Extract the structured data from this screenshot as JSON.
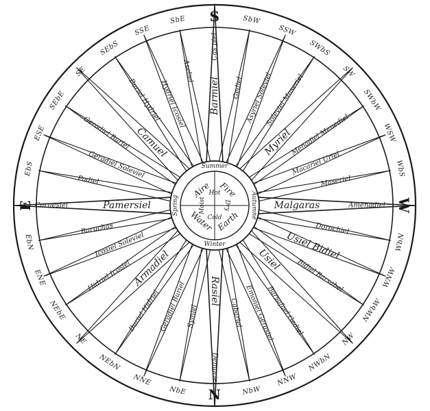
{
  "compass": {
    "points": {
      "N": "N",
      "NbE": "NbE",
      "NNE": "NNE",
      "NEbN": "NEbN",
      "NE": "NE",
      "NEbE": "NEbE",
      "ENE": "ENE",
      "EbN": "EbN",
      "E": "E",
      "EbS": "EbS",
      "ESE": "ESE",
      "SEbE": "SEbE",
      "SE": "SE",
      "SEbS": "SEbS",
      "SSE": "SSE",
      "SbE": "SbE",
      "S": "S",
      "SbW": "SbW",
      "SSW": "SSW",
      "SWbS": "SWbS",
      "SW": "SW",
      "SWbW": "SWbW",
      "WSW": "WSW",
      "WbS": "WbS",
      "W": "W",
      "WbN": "WbN",
      "WNW": "WNW",
      "NWbW": "NWbW",
      "NW": "NW",
      "NWbN": "NWbN",
      "NNW": "NNW",
      "NbW": "NbW"
    },
    "angels": {
      "s_cas": "Cas piel",
      "s_barmiel": "Barmiel",
      "sbw_gediel": "Gediel",
      "ssw_asyriel": "Asyriel Soleviel",
      "swbs_soleviel": "Soleviel Maseriel",
      "sw_myriel": "Myriel",
      "swbw_menadiel": "Menadiel Menediel",
      "wsw_macariel": "Macariel Uriel",
      "wbs_maseriel": "Maseriel",
      "w_malgaras": "Malgaras",
      "w_amenadiel": "Amenadiel",
      "wbn_dorochiel": "Dorochiel",
      "wnw_usiel_bidiel": "Usiel Bidiel",
      "nwbw_bidiel": "Bidiel Barsabel",
      "nw_usiel": "Usiel",
      "nwbn_barsafael": "Barsafael Gediel",
      "nnw_emoniel": "Emoniel Gerasiel",
      "nbw_cabariel": "Cabariel",
      "n_rasiel": "Rasiel",
      "n_demoriel": "Demoriel",
      "nbe_symiel": "Symiel",
      "nne_geradiel": "Geradiel Buriel",
      "nebn_buriel": "Buriel Hidriel",
      "ne_armadiel": "Armadiel",
      "nebe_hidriel": "Hidriel Icosiel",
      "ene_icosiel": "Icosiel Soleviel",
      "ebn_baruchas": "Baruchas",
      "e_pamersiel": "Pamersiel",
      "e_carnesiel": "Carnesiel",
      "ebs_padiel": "Padiel",
      "ese_geradiel": "Geradiel Soleviel",
      "sebe_geradiel_buriel": "Geradiel Buriel",
      "se_camuel": "Camuel",
      "sebs_buriel": "Buriel Hydriel",
      "sse_hydriel": "Hydriel Icosiel",
      "sbe_aseliel": "Aseliel"
    },
    "hub": {
      "summer": "Summer",
      "fire": "Fire",
      "hot": "Hot",
      "aire": "Aire",
      "dry": "Dry",
      "moist": "Moist",
      "cold": "Cold",
      "autumne": "Autumne",
      "earth": "Earth",
      "winter": "Winter",
      "water": "Water",
      "spring": "Spring"
    }
  }
}
